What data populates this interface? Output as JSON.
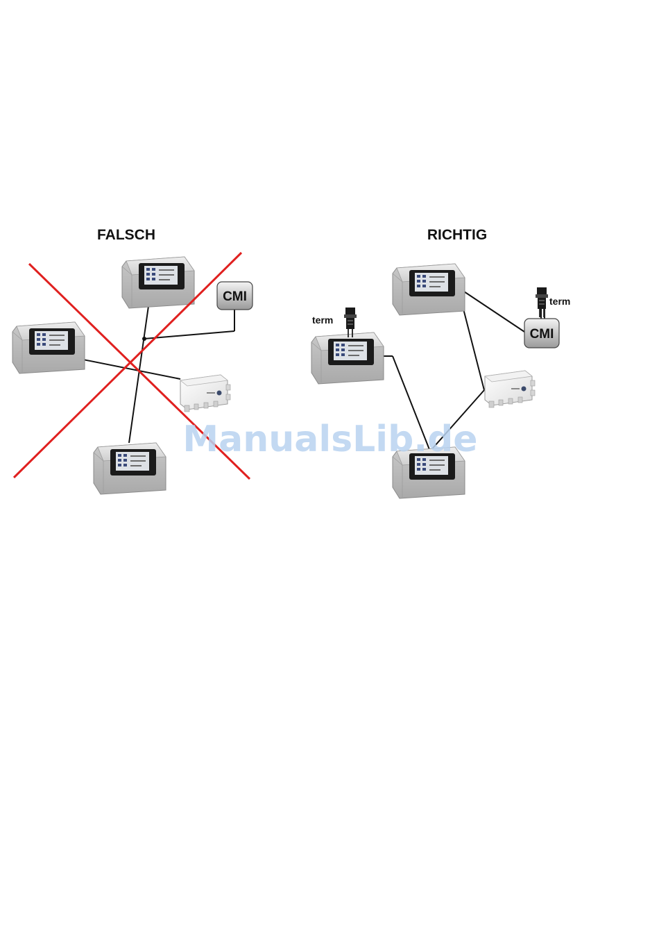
{
  "panels": {
    "wrong": {
      "heading": "FALSCH",
      "cmi_label": "CMI"
    },
    "right": {
      "heading": "RICHTIG",
      "cmi_label": "CMI",
      "terminator_label": "term"
    }
  },
  "watermark": "ManualsLib.de",
  "colors": {
    "cross": "#e0201f",
    "wire": "#111111",
    "watermark": "#b9d3f0"
  }
}
